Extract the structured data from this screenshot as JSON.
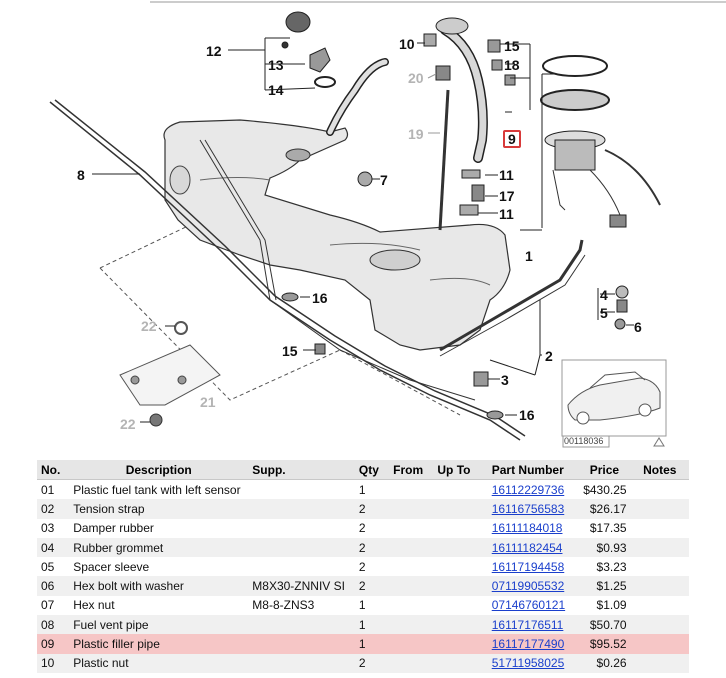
{
  "diagram": {
    "callouts": {
      "c1": "1",
      "c2": "2",
      "c3": "3",
      "c4": "4",
      "c5": "5",
      "c6": "6",
      "c7": "7",
      "c8": "8",
      "c9": "9",
      "c10": "10",
      "c11a": "11",
      "c11b": "11",
      "c12": "12",
      "c13": "13",
      "c14": "14",
      "c15a": "15",
      "c15b": "15",
      "c16a": "16",
      "c16b": "16",
      "c17": "17",
      "c18": "18",
      "c19": "19",
      "c20": "20",
      "c21": "21",
      "c22a": "22",
      "c22b": "22"
    },
    "thumbnail_code": "00118036",
    "highlighted_callout": "9",
    "highlight_color": "#d83a3a"
  },
  "table": {
    "headers": {
      "no": "No.",
      "description": "Description",
      "supp": "Supp.",
      "qty": "Qty",
      "from": "From",
      "upto": "Up To",
      "part_number": "Part Number",
      "price": "Price",
      "notes": "Notes"
    },
    "rows": [
      {
        "no": "01",
        "description": "Plastic fuel tank with left sensor",
        "supp": "",
        "qty": "1",
        "from": "",
        "upto": "",
        "part_number": "16112229736",
        "price": "$430.25",
        "notes": ""
      },
      {
        "no": "02",
        "description": "Tension strap",
        "supp": "",
        "qty": "2",
        "from": "",
        "upto": "",
        "part_number": "16116756583",
        "price": "$26.17",
        "notes": ""
      },
      {
        "no": "03",
        "description": "Damper rubber",
        "supp": "",
        "qty": "2",
        "from": "",
        "upto": "",
        "part_number": "16111184018",
        "price": "$17.35",
        "notes": ""
      },
      {
        "no": "04",
        "description": "Rubber grommet",
        "supp": "",
        "qty": "2",
        "from": "",
        "upto": "",
        "part_number": "16111182454",
        "price": "$0.93",
        "notes": ""
      },
      {
        "no": "05",
        "description": "Spacer sleeve",
        "supp": "",
        "qty": "2",
        "from": "",
        "upto": "",
        "part_number": "16117194458",
        "price": "$3.23",
        "notes": ""
      },
      {
        "no": "06",
        "description": "Hex bolt with washer",
        "supp": "M8X30-ZNNIV SI",
        "qty": "2",
        "from": "",
        "upto": "",
        "part_number": "07119905532",
        "price": "$1.25",
        "notes": ""
      },
      {
        "no": "07",
        "description": "Hex nut",
        "supp": "M8-8-ZNS3",
        "qty": "1",
        "from": "",
        "upto": "",
        "part_number": "07146760121",
        "price": "$1.09",
        "notes": ""
      },
      {
        "no": "08",
        "description": "Fuel vent pipe",
        "supp": "",
        "qty": "1",
        "from": "",
        "upto": "",
        "part_number": "16117176511",
        "price": "$50.70",
        "notes": ""
      },
      {
        "no": "09",
        "description": "Plastic filler pipe",
        "supp": "",
        "qty": "1",
        "from": "",
        "upto": "",
        "part_number": "16117177490",
        "price": "$95.52",
        "notes": "",
        "highlighted": true
      },
      {
        "no": "10",
        "description": "Plastic nut",
        "supp": "",
        "qty": "2",
        "from": "",
        "upto": "",
        "part_number": "51711958025",
        "price": "$0.26",
        "notes": ""
      }
    ],
    "colors": {
      "header_bg": "#e6e6e6",
      "alt_row_bg": "#f0f0f0",
      "highlight_row_bg": "#f6c6c6",
      "link": "#1a3fcc"
    }
  }
}
